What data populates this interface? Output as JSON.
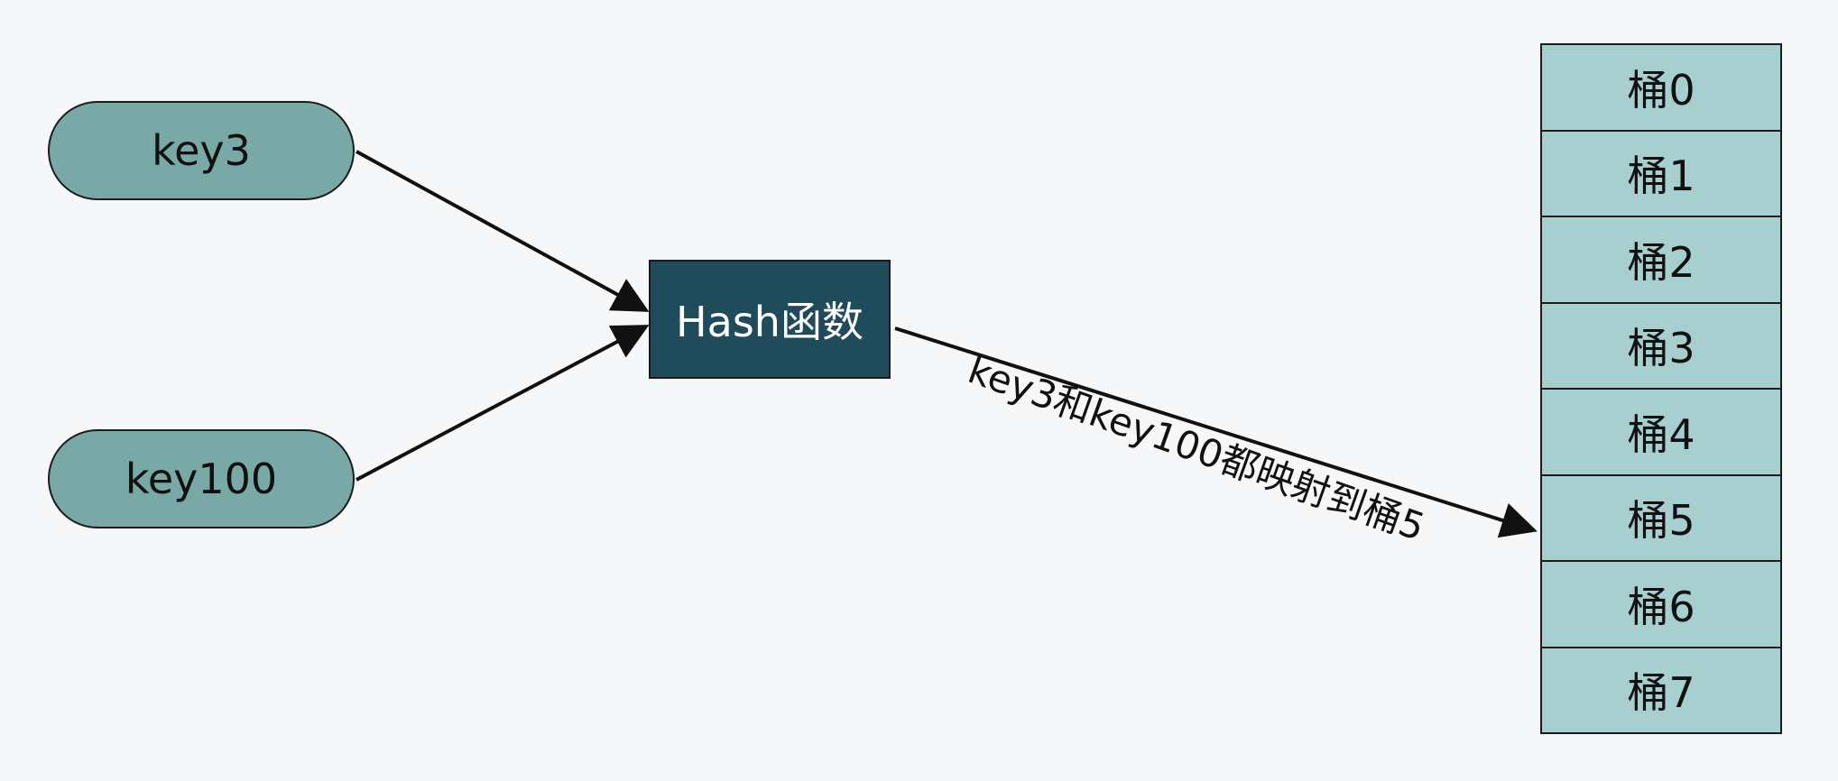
{
  "inputs": [
    {
      "label": "key3"
    },
    {
      "label": "key100"
    }
  ],
  "hash": {
    "label": "Hash函数"
  },
  "edge_label": "key3和key100都映射到桶5",
  "buckets": [
    {
      "label": "桶0"
    },
    {
      "label": "桶1"
    },
    {
      "label": "桶2"
    },
    {
      "label": "桶3"
    },
    {
      "label": "桶4"
    },
    {
      "label": "桶5"
    },
    {
      "label": "桶6"
    },
    {
      "label": "桶7"
    }
  ],
  "colors": {
    "key_fill": "#79a9a7",
    "hash_fill": "#1f4b5a",
    "bucket_fill": "#a8cfcf",
    "stroke": "#1c1c1c",
    "background": "#f6f7f9"
  },
  "mapping": {
    "target_bucket": "桶5"
  }
}
